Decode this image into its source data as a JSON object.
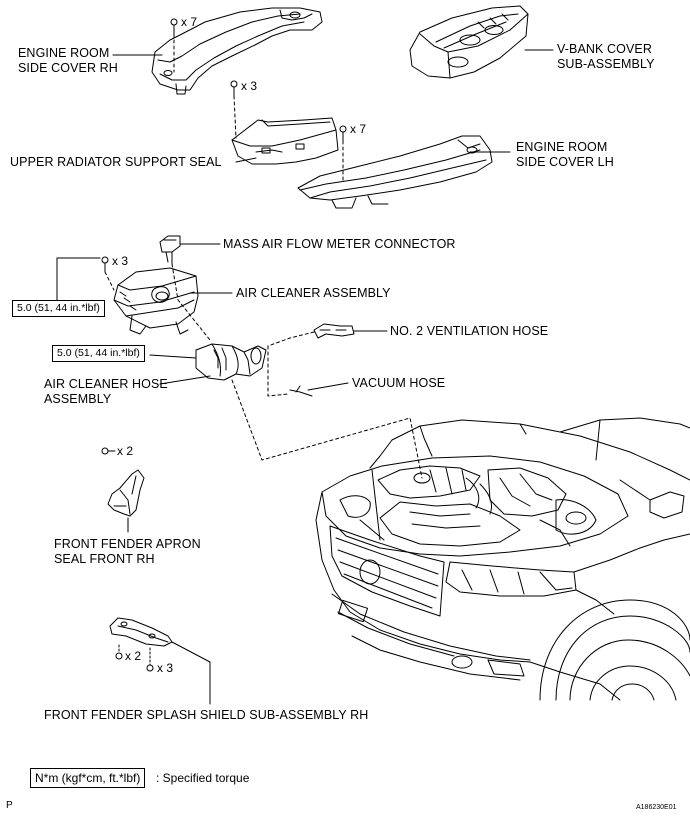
{
  "labels": {
    "engine_room_side_cover_rh": [
      "ENGINE ROOM",
      "SIDE COVER RH"
    ],
    "v_bank_cover": [
      "V-BANK COVER",
      "SUB-ASSEMBLY"
    ],
    "upper_radiator_support_seal": "UPPER RADIATOR SUPPORT SEAL",
    "engine_room_side_cover_lh": [
      "ENGINE ROOM",
      "SIDE COVER LH"
    ],
    "mass_air_flow_meter_connector": "MASS AIR FLOW METER CONNECTOR",
    "air_cleaner_assembly": "AIR CLEANER ASSEMBLY",
    "no2_ventilation_hose": "NO. 2 VENTILATION HOSE",
    "vacuum_hose": "VACUUM HOSE",
    "air_cleaner_hose_assembly": [
      "AIR CLEANER HOSE",
      "ASSEMBLY"
    ],
    "front_fender_apron_seal": [
      "FRONT FENDER APRON",
      "SEAL FRONT RH"
    ],
    "front_fender_splash_shield": "FRONT FENDER SPLASH SHIELD SUB-ASSEMBLY RH"
  },
  "quantities": {
    "side_cover_rh_bolts": "x 7",
    "radiator_seal_clips": "x 3",
    "side_cover_lh_bolts": "x 7",
    "air_cleaner_bolts": "x 3",
    "apron_seal_clips": "x 2",
    "splash_shield_bolts": "x 2",
    "splash_shield_clips": "x 3"
  },
  "torques": {
    "air_cleaner_torque": "5.0 (51, 44 in.*lbf)",
    "hose_torque": "5.0 (51, 44 in.*lbf)"
  },
  "legend": {
    "box_text": "N*m (kgf*cm, ft.*lbf)",
    "description": ": Specified torque"
  },
  "footer": {
    "corner_letter": "P",
    "figure_code": "A186230E01"
  }
}
